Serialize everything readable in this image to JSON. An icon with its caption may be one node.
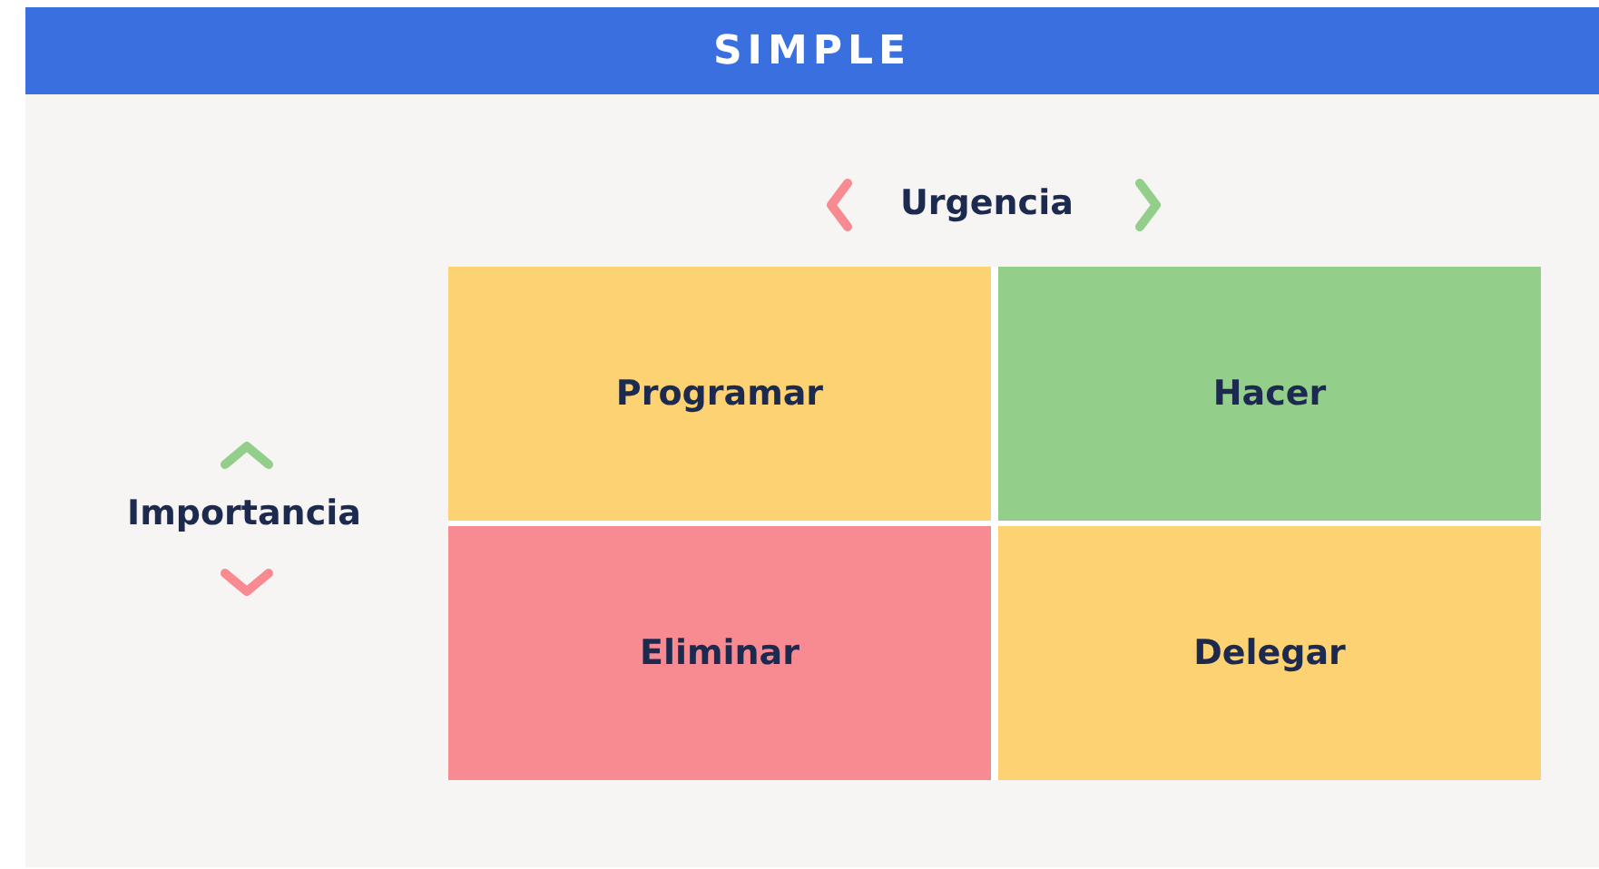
{
  "diagram": {
    "title": "SIMPLE",
    "nodes": [
      {
        "text": [
          "Programar"
        ]
      },
      {
        "text": [
          "Hacer"
        ]
      },
      {
        "text": [
          "Eliminar"
        ]
      },
      {
        "text": [
          "Delegar"
        ]
      }
    ],
    "labels": [
      "Urgencia",
      "Importancia"
    ]
  }
}
